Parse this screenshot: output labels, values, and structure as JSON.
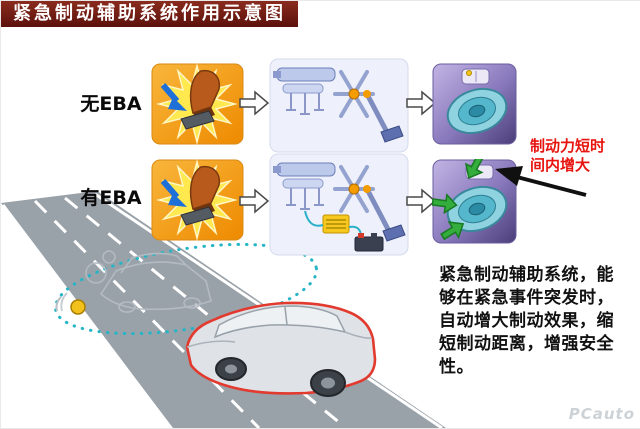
{
  "title": "紧急制动辅助系统作用示意图",
  "rows": {
    "no_eba": {
      "label": "无EBA"
    },
    "with_eba": {
      "label": "有EBA"
    }
  },
  "annotation": {
    "text": "制动力短时间内增大",
    "color": "#e8140f"
  },
  "description": {
    "text": "紧急制动辅助系统，能够在紧急事件突发时，自动增大制动效果，缩短制动距离，增强安全性。"
  },
  "watermark": {
    "text": "PCauto"
  },
  "icons": {
    "pedal_panel": "brake-pedal-press-icon",
    "cylinder_panel": "master-cylinder-icon",
    "cylinder_eba_panel": "master-cylinder-with-eba-unit-icon",
    "disc_panel": "brake-disc-icon",
    "disc_eba_panel": "brake-disc-with-force-arrows-icon",
    "flow_arrow": "right-arrow-icon",
    "annotation_arrow": "pointer-arrow-icon",
    "road": "road-scene",
    "car": "braking-car-sketch",
    "ghost_car": "car-trajectory-ghost-sketch",
    "ball": "rolling-ball-icon"
  },
  "colors": {
    "title_bg": "#6d1a12",
    "annotation_red": "#e8140f",
    "eba_arrow_green": "#34ad3c",
    "car_outline_red": "#e23a2e",
    "road_gray": "#9aa2a9",
    "panel_orange": "#f08c10",
    "panel_purple": "#6a5fa0"
  }
}
